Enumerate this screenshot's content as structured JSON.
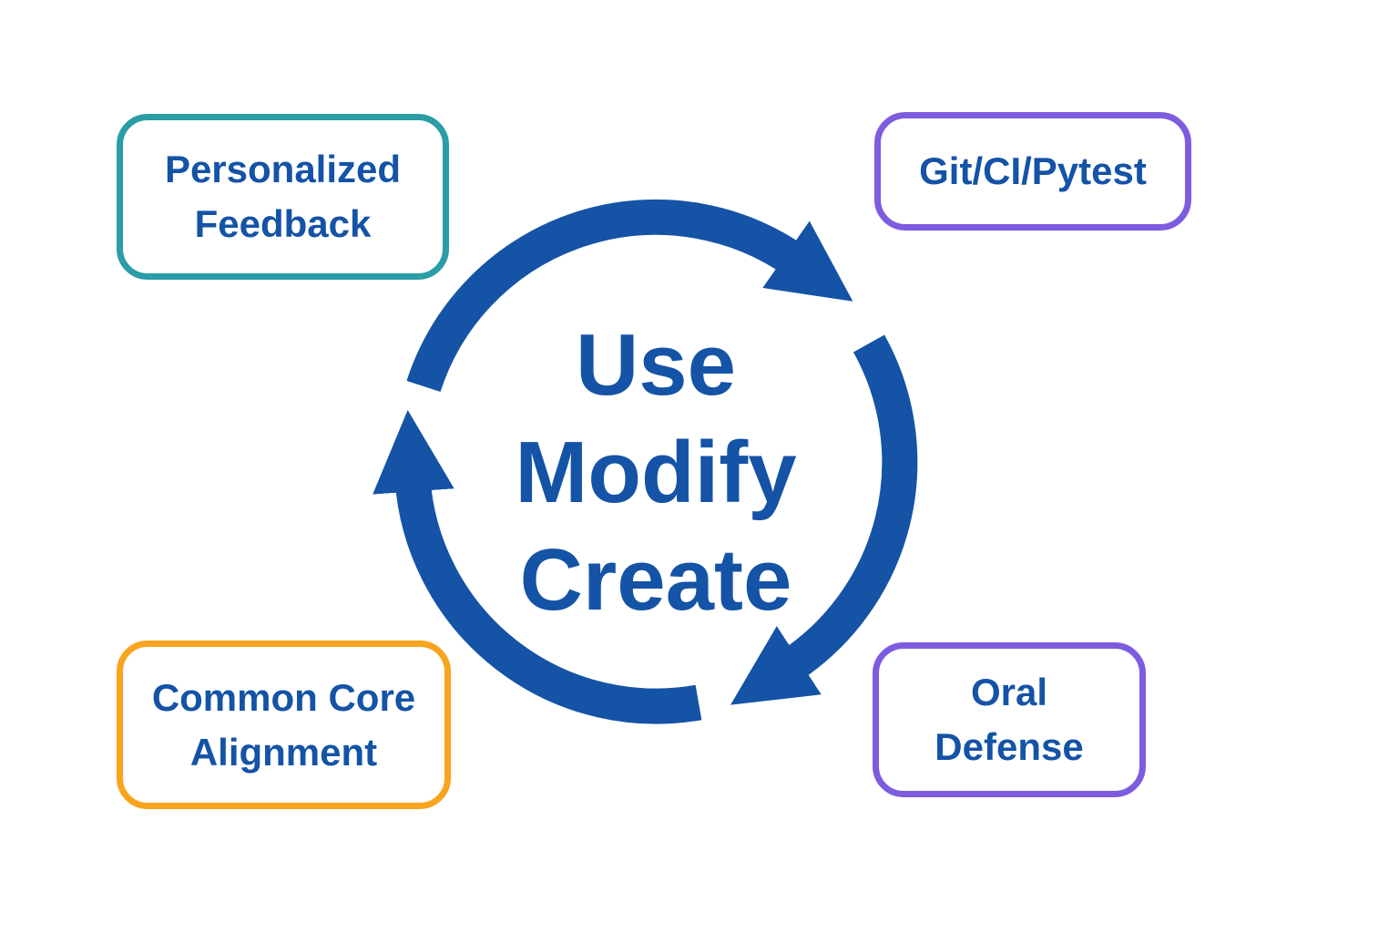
{
  "colors": {
    "arrow_blue": "#1453A6",
    "text_blue": "#1453A6",
    "teal": "#2A9DA6",
    "purple": "#7D5CE0",
    "orange": "#F8A41E",
    "background": "#FFFFFF"
  },
  "cycle": {
    "center_label": "Use\nModify\nCreate",
    "direction": "clockwise",
    "segment_count": 3
  },
  "boxes": [
    {
      "label": "Personalized\nFeedback",
      "border_color": "#2A9DA6"
    },
    {
      "label": "Git/CI/Pytest",
      "border_color": "#7D5CE0"
    },
    {
      "label": "Common Core\nAlignment",
      "border_color": "#F8A41E"
    },
    {
      "label": "Oral\nDefense",
      "border_color": "#7D5CE0"
    }
  ]
}
